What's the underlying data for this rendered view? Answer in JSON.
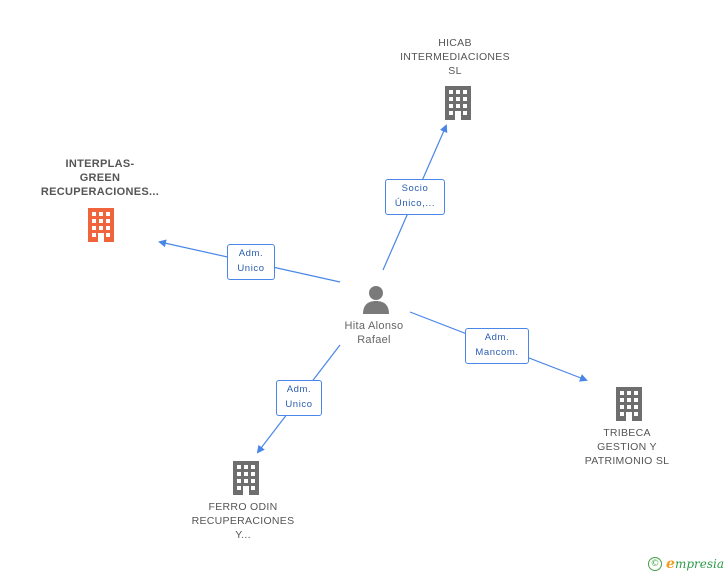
{
  "colors": {
    "edge": "#4a86e8",
    "company_icon": "#6e6e6e",
    "highlight_icon": "#f0643c",
    "person_icon": "#7a7a7a"
  },
  "person": {
    "name": "Hita Alonso\nRafael",
    "icon": "person-icon"
  },
  "companies": [
    {
      "id": "interplas",
      "name": "INTERPLAS-\nGREEN\nRECUPERACIONES...",
      "highlight": true,
      "icon": "building-icon"
    },
    {
      "id": "hicab",
      "name": "HICAB\nINTERMEDIACIONES\nSL",
      "highlight": false,
      "icon": "building-icon"
    },
    {
      "id": "tribeca",
      "name": "TRIBECA\nGESTION Y\nPATRIMONIO SL",
      "highlight": false,
      "icon": "building-icon"
    },
    {
      "id": "ferro",
      "name": "FERRO ODIN\nRECUPERACIONES\nY...",
      "highlight": false,
      "icon": "building-icon"
    }
  ],
  "relations": [
    {
      "to": "interplas",
      "label": "Adm.\nUnico"
    },
    {
      "to": "hicab",
      "label": "Socio\nÚnico,..."
    },
    {
      "to": "tribeca",
      "label": "Adm.\nMancom."
    },
    {
      "to": "ferro",
      "label": "Adm.\nUnico"
    }
  ],
  "footer": {
    "copyright_symbol": "©",
    "brand_first": "e",
    "brand_rest": "mpresia"
  }
}
